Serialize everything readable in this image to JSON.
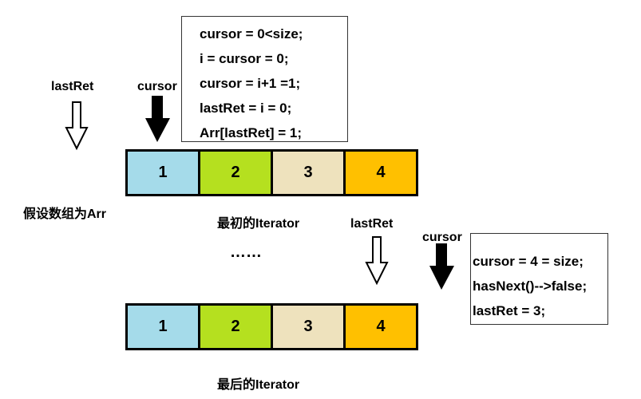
{
  "top_box": {
    "lines": [
      "cursor = 0<size;",
      "i = cursor = 0;",
      "cursor = i+1 =1;",
      "lastRet = i = 0;",
      "Arr[lastRet] = 1;"
    ]
  },
  "bottom_box": {
    "lines": [
      "cursor = 4 = size;",
      "hasNext()-->false;",
      "lastRet = 3;"
    ]
  },
  "labels": {
    "lastret_top": "lastRet",
    "cursor_top": "cursor",
    "lastret_bottom": "lastRet",
    "cursor_bottom": "cursor",
    "assume_arr": "假设数组为Arr",
    "initial_iterator": "最初的Iterator",
    "ellipsis": "……",
    "final_iterator": "最后的Iterator"
  },
  "top_array": [
    {
      "value": "1",
      "color": "#a5dbea"
    },
    {
      "value": "2",
      "color": "#b5e01f"
    },
    {
      "value": "3",
      "color": "#eee2bd"
    },
    {
      "value": "4",
      "color": "#ffc000"
    }
  ],
  "bottom_array": [
    {
      "value": "1",
      "color": "#a5dbea"
    },
    {
      "value": "2",
      "color": "#b5e01f"
    },
    {
      "value": "3",
      "color": "#eee2bd"
    },
    {
      "value": "4",
      "color": "#ffc000"
    }
  ],
  "icons": {
    "hollow_arrow": "hollow-down-arrow",
    "solid_arrow": "solid-down-arrow"
  }
}
